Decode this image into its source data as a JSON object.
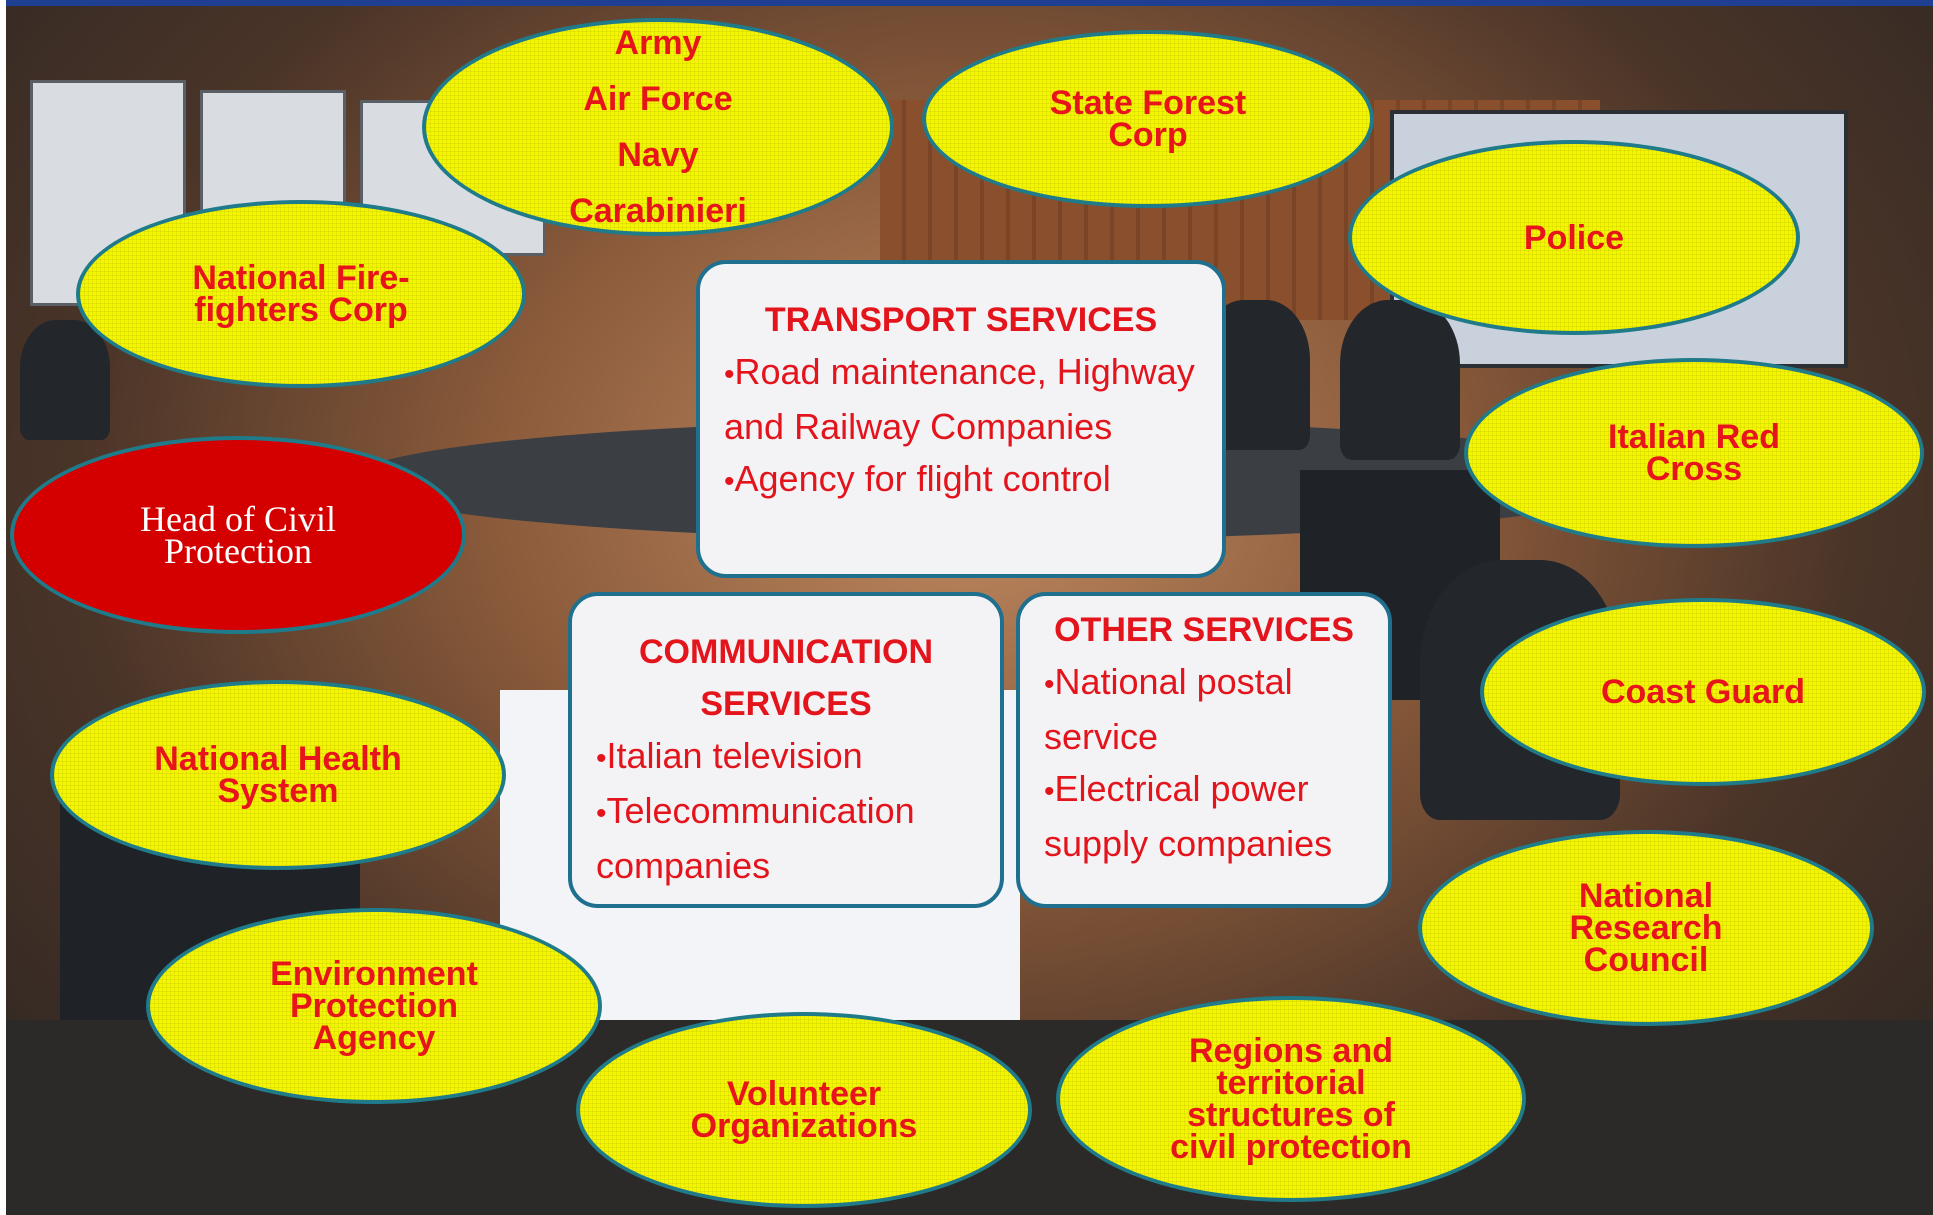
{
  "ellipses": {
    "armed_forces": "Army\nAir Force\nNavy\nCarabinieri",
    "state_forest": "State Forest\nCorp",
    "police": "Police",
    "firefighters": "National Fire-\nfighters Corp",
    "red_cross": "Italian Red\nCross",
    "head_civil_protection": "Head of Civil\nProtection",
    "coast_guard": "Coast Guard",
    "health_system": "National Health\nSystem",
    "research_council": "National\nResearch\nCouncil",
    "environment_agency": "Environment\nProtection\nAgency",
    "volunteers": "Volunteer\nOrganizations",
    "regions": "Regions and\nterritorial\nstructures of\ncivil protection"
  },
  "transport": {
    "title": "TRANSPORT SERVICES",
    "items": [
      "Road maintenance, Highway and  Railway Companies",
      "Agency for flight control"
    ]
  },
  "communication": {
    "title": "COMMUNICATION SERVICES",
    "items": [
      "Italian television",
      "Telecommunication companies"
    ]
  },
  "other": {
    "title": "OTHER SERVICES",
    "items": [
      "National postal service",
      "Electrical power supply companies"
    ]
  },
  "bullet": "•",
  "colors": {
    "ellipse_fill": "#f4f500",
    "ellipse_text": "#e8141c",
    "head_fill": "#d40000",
    "box_border": "#1f6f8f"
  }
}
